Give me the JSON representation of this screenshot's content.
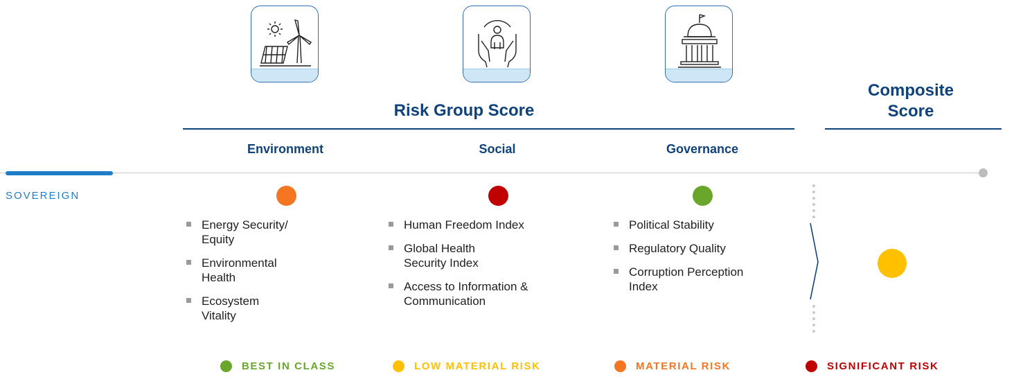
{
  "header": {
    "risk_group_title": "Risk Group Score",
    "composite_title_line1": "Composite",
    "composite_title_line2": "Score"
  },
  "pillars": [
    {
      "name": "Environment",
      "icon": "renewable-energy-icon",
      "score_color": "#f47621",
      "indicators": [
        "Energy Security/\nEquity",
        "Environmental\nHealth",
        "Ecosystem\nVitality"
      ]
    },
    {
      "name": "Social",
      "icon": "people-care-icon",
      "score_color": "#c00000",
      "indicators": [
        "Human Freedom Index",
        "Global Health\nSecurity Index",
        "Access to Information &\nCommunication"
      ]
    },
    {
      "name": "Governance",
      "icon": "government-building-icon",
      "score_color": "#6aa62c",
      "indicators": [
        "Political Stability",
        "Regulatory Quality",
        "Corruption Perception\nIndex"
      ]
    }
  ],
  "row_label": "SOVEREIGN",
  "composite_color": "#ffc000",
  "legend": [
    {
      "label": "BEST IN CLASS",
      "color": "#6aa62c"
    },
    {
      "label": "LOW MATERIAL RISK",
      "color": "#ffc000"
    },
    {
      "label": "MATERIAL RISK",
      "color": "#f47621"
    },
    {
      "label": "SIGNIFICANT RISK",
      "color": "#c00000"
    }
  ],
  "colors": {
    "brand_navy": "#10427a",
    "accent_blue": "#1f7dc8"
  }
}
